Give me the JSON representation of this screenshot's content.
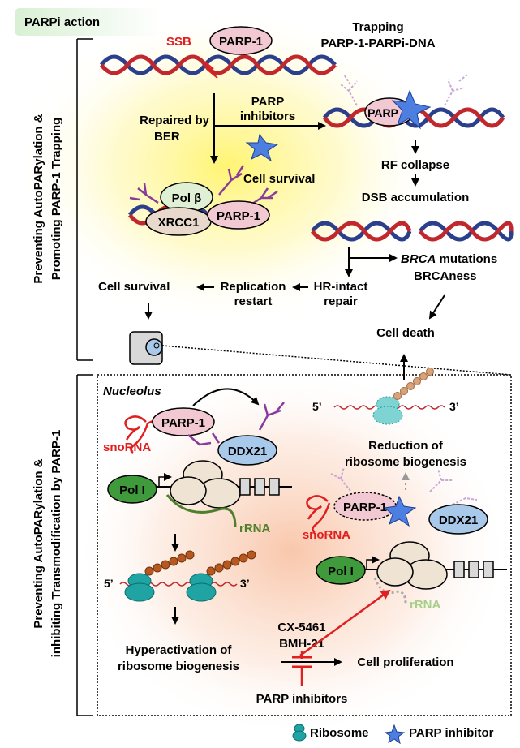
{
  "header": {
    "label": "PARPi action"
  },
  "top_panel": {
    "side_label_line1": "Preventing AutoPARylation &",
    "side_label_line2": "Promoting PARP-1 Trapping",
    "ssb": "SSB",
    "parp1": "PARP-1",
    "trapping_line1": "Trapping",
    "trapping_line2": "PARP-1-PARPi-DNA",
    "trap_parp": "PARP",
    "repaired_line1": "Repaired by",
    "repaired_line2": "BER",
    "inhibitors_line1": "PARP",
    "inhibitors_line2": "inhibitors",
    "cell_survival_center": "Cell survival",
    "polb_base": "Pol ",
    "polb_beta": "β",
    "xrcc1": "XRCC1",
    "parp1_repair": "PARP-1",
    "rf_collapse": "RF collapse",
    "dsb": "DSB accumulation",
    "brca_italic": "BRCA",
    "brca_rest": " mutations",
    "brcaness": "BRCAness",
    "hr_line1": "HR-intact",
    "hr_line2": "repair",
    "rep_line1": "Replication",
    "rep_line2": "restart",
    "cell_survival_left": "Cell survival",
    "cell_death": "Cell death"
  },
  "bottom_panel": {
    "side_label_line1": "Preventing AutoPARylation &",
    "side_label_line2": "inhibiting Transmodification by PARP-1",
    "nucleolus": "Nucleolus",
    "parp1": "PARP-1",
    "snorna": "snoRNA",
    "ddx21": "DDX21",
    "pol1": "Pol I",
    "rrna": "rRNA",
    "five_prime": "5’",
    "three_prime": "3’",
    "hyper_line1": "Hyperactivation of",
    "hyper_line2": "ribosome biogenesis",
    "right_five": "5’",
    "right_three": "3’",
    "reduction_line1": "Reduction of",
    "reduction_line2": "ribosome biogenesis",
    "parp1_inh": "PARP-1",
    "snorna_inh": "snoRNA",
    "ddx21_inh": "DDX21",
    "pol1_inh": "Pol I",
    "rrna_inh": "rRNA",
    "cx": "CX-5461",
    "bmh": "BMH-21",
    "proliferation": "Cell proliferation",
    "parp_inhibitors": "PARP inhibitors"
  },
  "legend": {
    "ribosome": "Ribosome",
    "inhibitor": "PARP inhibitor"
  },
  "colors": {
    "dna_red": "#c0282d",
    "dna_blue": "#2b3f8c",
    "parp_fill": "#f2c8d2",
    "polb_fill": "#dff0d4",
    "xrcc_fill": "#e9d8cc",
    "ddx_fill": "#a9c9ea",
    "pol1_fill": "#3f9a3c",
    "ribosome": "#1fa3a3",
    "bead": "#b8581e",
    "par_chain": "#8a3a9a",
    "inhibitor_blue": "#4d7fe0",
    "red_arrow": "#e02020",
    "snorna": "#e02020",
    "rrna_green": "#4f7f2a"
  }
}
